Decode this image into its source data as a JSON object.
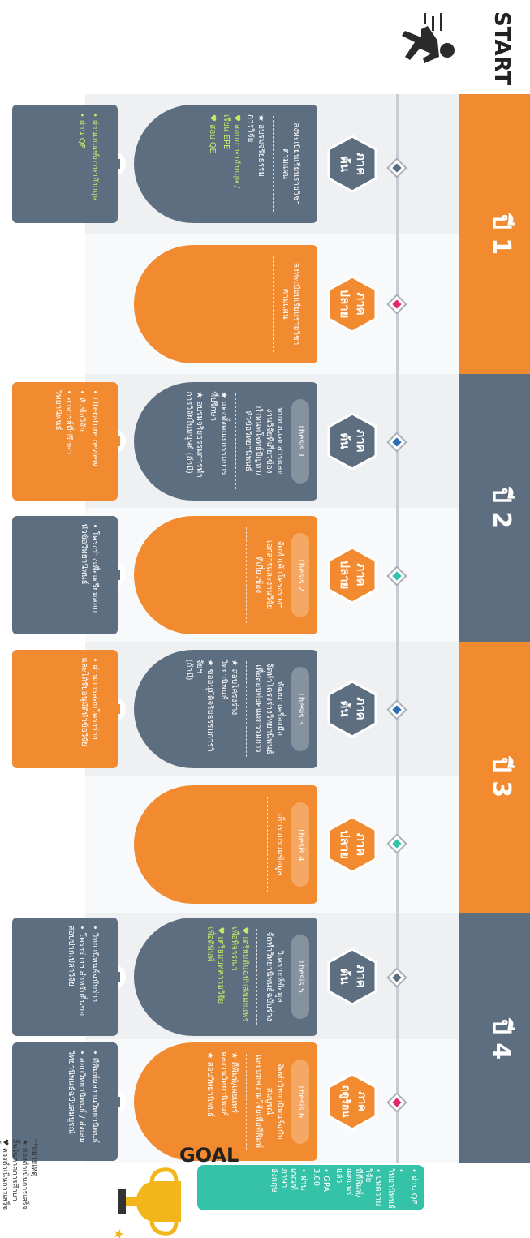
{
  "start_label": "START",
  "goal_label": "GOAL",
  "colors": {
    "slate": "#5d6e80",
    "orange": "#f28a30",
    "green": "#9ccc2e",
    "teal": "#34c3a8",
    "pink": "#e0266f",
    "blue": "#2e6db4"
  },
  "years": [
    {
      "label": "ปี 1"
    },
    {
      "label": "ปี 2"
    },
    {
      "label": "ปี 3"
    },
    {
      "label": "ปี 4"
    }
  ],
  "terms": [
    {
      "term": "ภาค\nต้น",
      "tag": "",
      "title": "ลงทะเบียนเรียนรายวิชา\nตามแผน",
      "items": [
        "★ อบรมจริยธรรม\nการวิจัย",
        "♥ สอบภาษาอังกฤษ / \nเรียน EPE",
        "♥ สอบ QE"
      ],
      "box": [
        "• ผ่านเกณฑ์ภาษาอังกฤษ",
        "• ผ่าน QE"
      ]
    },
    {
      "term": "ภาค\nปลาย",
      "tag": "",
      "title": "ลงทะเบียนเรียนรายวิชา\nตามแผน",
      "items": [],
      "box": []
    },
    {
      "term": "ภาค\nต้น",
      "tag": "Thesis 1",
      "title": "ทบทวนเอกสารและ\nงานวิจัยที่เกี่ยวข้อง\nกำหนดโจทย์ปัญหา/\nหัวข้อวิทยานิพนธ์",
      "items": [
        "★ แต่งตั้งคณะกรรมการ\nที่ปรึกษา",
        "★ อบรมจริยธรรมการทำ\nการวิจัยในมนุษย์ (ถ้ามี)"
      ],
      "box": [
        "• Literature review",
        "• หัวข้อวิจัย",
        "• อาจารย์ที่ปรึกษาวิทยานิพนธ์"
      ]
    },
    {
      "term": "ภาค\nปลาย",
      "tag": "Thesis 2",
      "title": "จัดทำเค้าโครงร่างฯ\nเอกสารและงานวิจัย\nที่เกี่ยวข้อง",
      "items": [],
      "box": [
        "• โครงร่างเพื่อเตรียมสอบ\nหัวข้อวิทยานิพนธ์"
      ]
    },
    {
      "term": "ภาค\nต้น",
      "tag": "Thesis 3",
      "title": "พัฒนาเครื่องมือ\nจัดทำโครงร่างวิทยานิพนธ์\nเพื่อสอบต่อคณะกรรมการ",
      "items": [
        "★ สอบโครงร่าง\nวิทยานิพนธ์",
        "★ ขออนุมัติจริยธรรมการวิจัยฯ\n(ถ้ามี)"
      ],
      "box": [
        "• ผ่านการสอบโครงร่าง\nและได้รับอนุมัติหัวข้อวิจัย"
      ]
    },
    {
      "term": "ภาค\nปลาย",
      "tag": "Thesis 4",
      "title": "เก็บรวบรวมข้อมูล",
      "items": [],
      "box": []
    },
    {
      "term": "ภาค\nต้น",
      "tag": "Thesis 5",
      "title": "วิเคราะห์ข้อมูล\nจัดทำวิทยานิพนธ์ฉบับร่าง",
      "items": [
        "♥ เตรียมต้นฉบับส่งเผยแพร่\nเพื่อพิจารณา",
        "♥ เตรียมบทความวิจัย\nเพื่อตีพิมพ์"
      ],
      "box": [
        "• วิทยานิพนธ์ฉบับร่าง",
        "• โครงร่างฯ สำหรับยื่นขอ\nสอบปากเปล่าวิจัย"
      ]
    },
    {
      "term": "ภาค\nฤดูร้อน",
      "tag": "Thesis 6",
      "title": "จัดทำวิทยานิพนธ์ฉบับสมบูรณ์\nและบทความวิจัยเพื่อตีพิมพ์",
      "items": [
        "★ ตีพิมพ์/เผยแพร่\nผลงานวิทยานิพนธ์",
        "★ สอบวิทยานิพนธ์"
      ],
      "box": [
        "• ตีพิมพ์ผลงานวิทยานิพนธ์",
        "• สอบวิทยานิพนธ์ / ส่งเล่ม\nวิทยานิพนธ์ฉบับสมบูรณ์"
      ]
    }
  ],
  "goal_items": [
    "• ผ่าน QE",
    "• วิทยานิพนธ์",
    "• บทความวิจัย\nที่ตีพิมพ์/\nเผยแพร่แล้ว",
    "• GPA 3.00",
    "• ผ่านเกณฑ์\nภาษาอังกฤษ"
  ],
  "notes": {
    "title": "**หมายเหตุ",
    "star": "★ ต้องดำเนินการเสร็จสิ้นในภาคการศึกษา",
    "heart": "♥ ควรดำเนินการเสร็จสิ้นในภาคการศึกษา"
  }
}
